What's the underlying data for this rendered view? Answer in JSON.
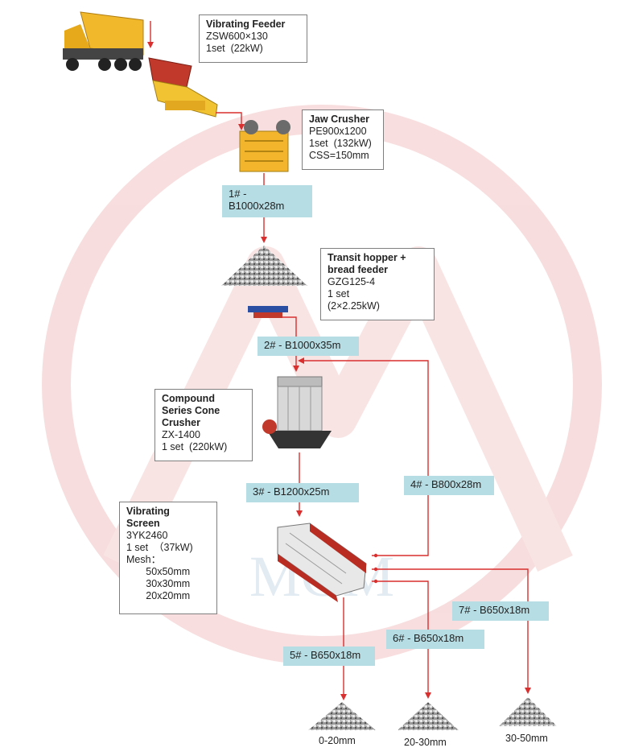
{
  "equipment": {
    "feeder": {
      "title": "Vibrating Feeder",
      "lines": [
        "ZSW600×130",
        "1set  (22kW)"
      ]
    },
    "jaw": {
      "title": "Jaw Crusher",
      "lines": [
        "PE900x1200",
        "1set  (132kW)",
        "CSS=150mm"
      ]
    },
    "hopper": {
      "title": "Transit hopper +\nbread feeder",
      "lines": [
        "GZG125-4",
        "1 set",
        "(2×2.25kW)"
      ]
    },
    "cone": {
      "title": "Compound\nSeries Cone\nCrusher",
      "lines": [
        "ZX-1400",
        "1 set  (220kW)"
      ]
    },
    "screen": {
      "title": "Vibrating\nScreen",
      "lines": [
        "3YK2460",
        "1 set  （37kW)",
        "Mesh：",
        "       50x50mm",
        "       30x30mm",
        "       20x20mm"
      ]
    }
  },
  "belts": {
    "b1": "1# -\nB1000x28m",
    "b2": "2# - B1000x35m",
    "b3": "3# - B1200x25m",
    "b4": "4# - B800x28m",
    "b5": "5# - B650x18m",
    "b6": "6# - B650x18m",
    "b7": "7# - B650x18m"
  },
  "products": [
    "0-20mm",
    "20-30mm",
    "30-50mm"
  ],
  "watermark": "MGM",
  "colors": {
    "arrow": "#d92f2f",
    "belt_bg": "#b6dde4",
    "box_border": "#7f7f7f",
    "watermark": "#f6d4d4"
  }
}
